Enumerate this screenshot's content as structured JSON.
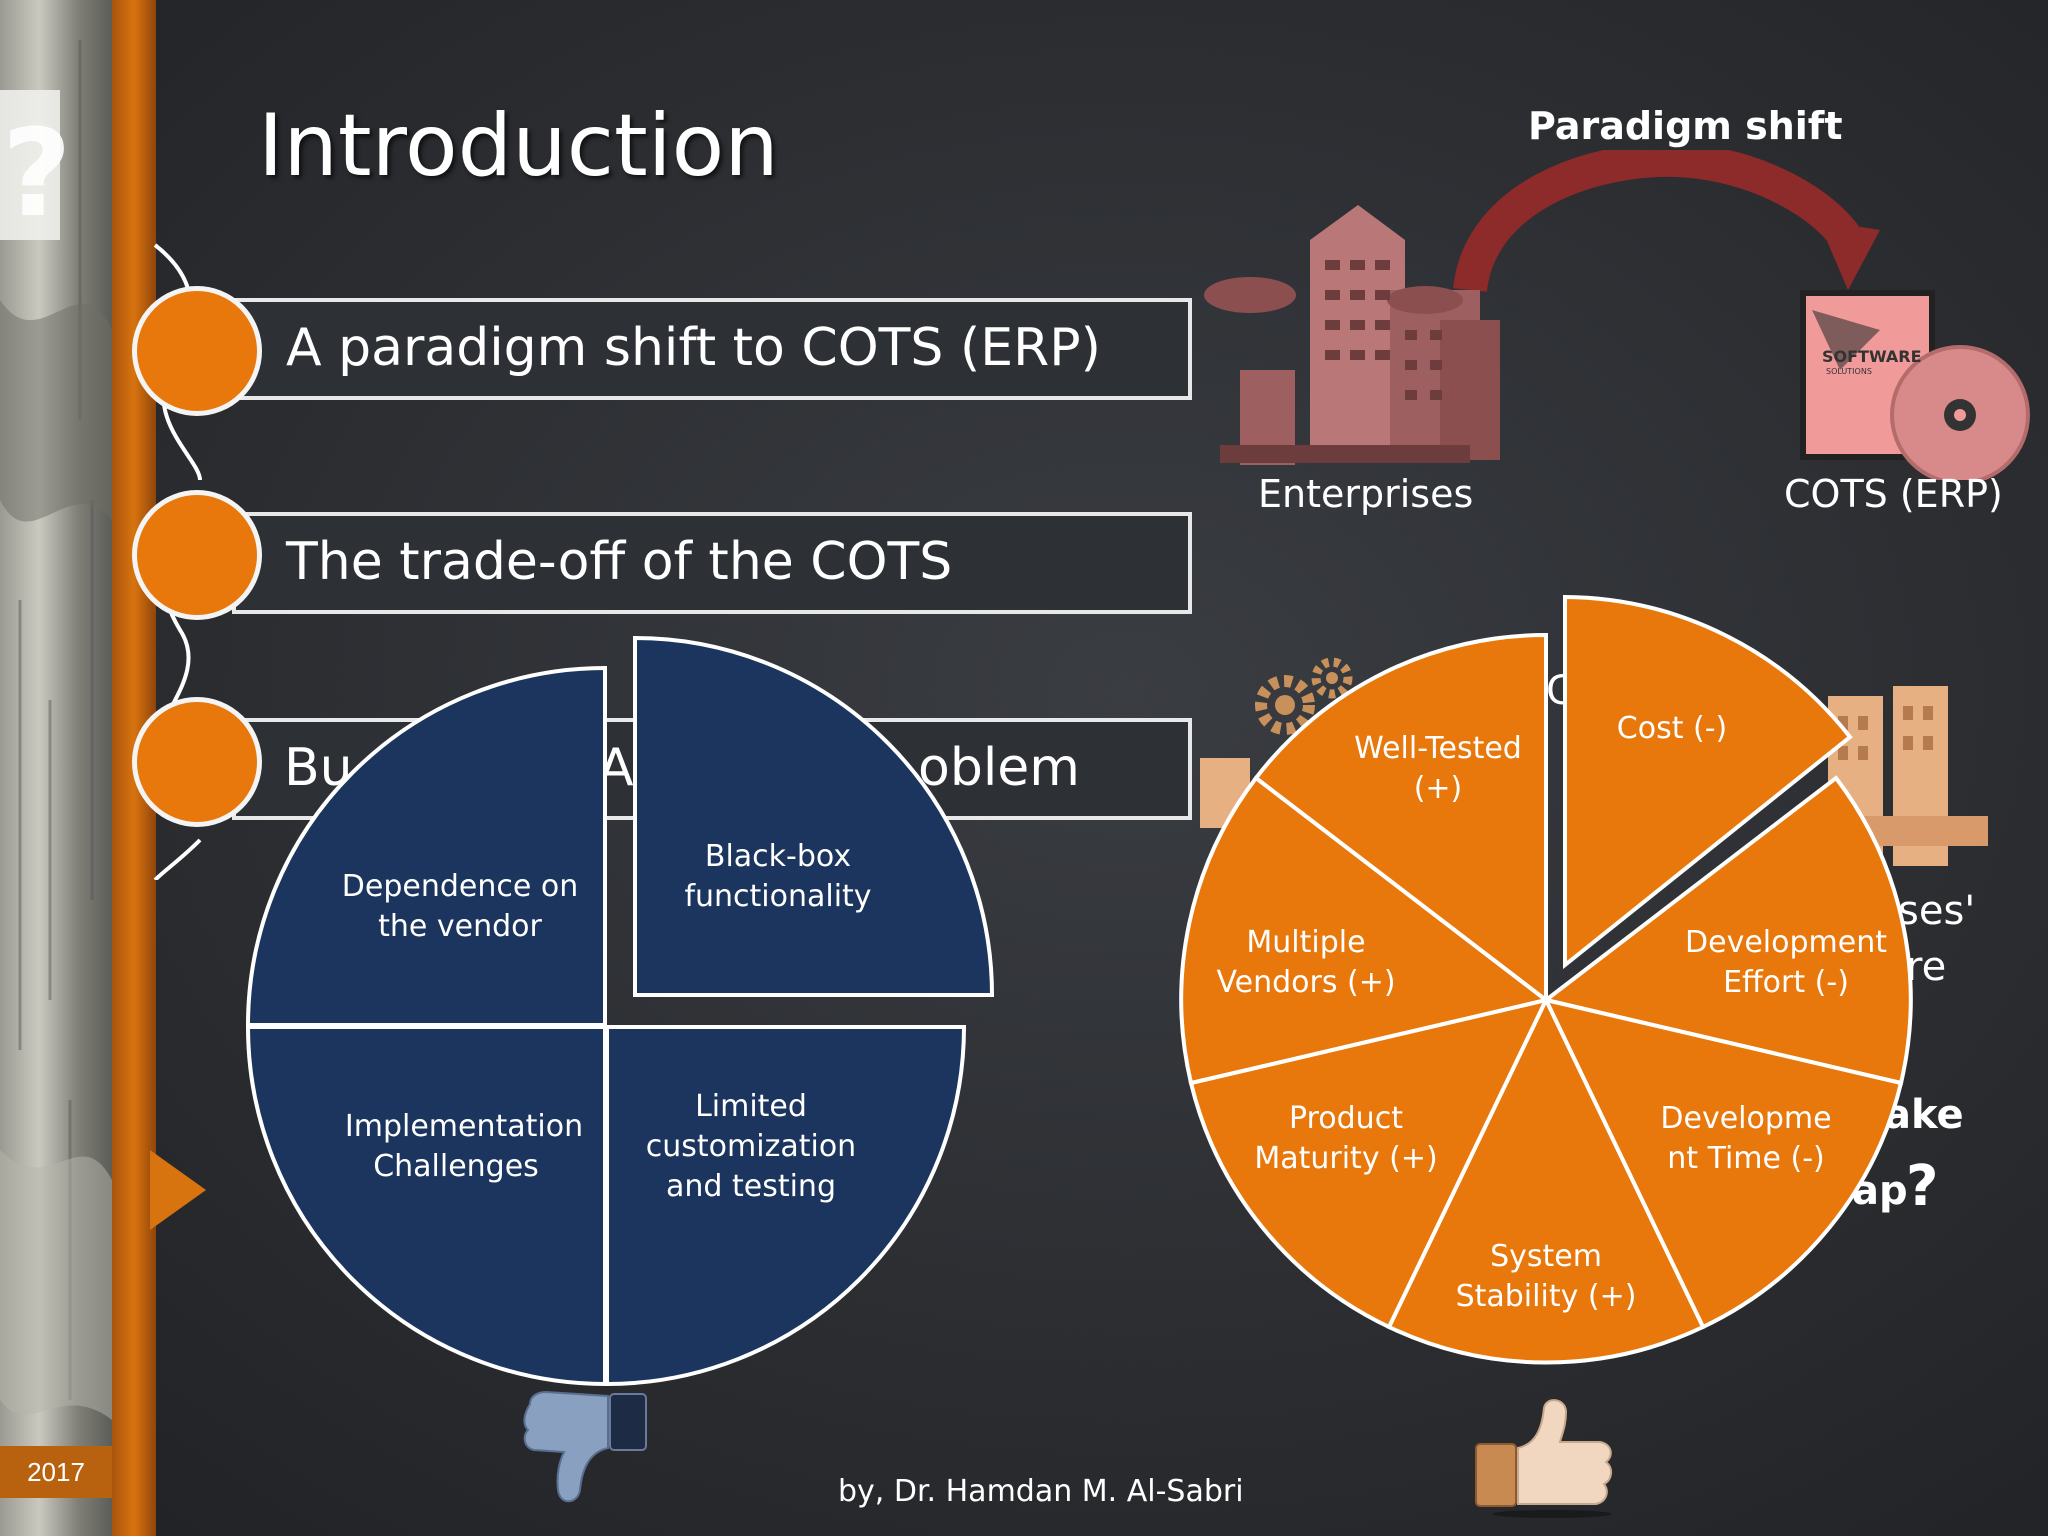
{
  "slide": {
    "title": "Introduction",
    "year": "2017",
    "footer": "by, Dr. Hamdan M. Al-Sabri"
  },
  "items": [
    {
      "text": "A paradigm shift to COTS (ERP)"
    },
    {
      "text": "The trade-off of the COTS"
    },
    {
      "text": "Bu",
      "text_tail": "oblem",
      "text_mid": "Al"
    }
  ],
  "diagram": {
    "arrow_label": "Paradigm shift",
    "enterprises_label": "Enterprises",
    "cots_label": "COTS (ERP)",
    "box_brand": "SOFTWARE",
    "box_brand_sub": "SOLUTIONS"
  },
  "disadvantages": [
    {
      "label_lines": [
        "Dependence on",
        "the vendor"
      ]
    },
    {
      "label_lines": [
        "Black-box",
        "functionality"
      ]
    },
    {
      "label_lines": [
        "Implementation",
        "Challenges"
      ]
    },
    {
      "label_lines": [
        "Limited",
        "customization",
        "and testing"
      ]
    }
  ],
  "advantages": [
    {
      "label_lines": [
        "Cost (-)"
      ]
    },
    {
      "label_lines": [
        "Development",
        "Effort (-)"
      ]
    },
    {
      "label_lines": [
        "Developme",
        "nt Time (-)"
      ]
    },
    {
      "label_lines": [
        "System",
        "Stability (+)"
      ]
    },
    {
      "label_lines": [
        "Product",
        "Maturity (+)"
      ]
    },
    {
      "label_lines": [
        "Multiple",
        "Vendors (+)"
      ]
    },
    {
      "label_lines": [
        "Well-Tested",
        "(+)"
      ]
    }
  ],
  "background_partial_text": {
    "ses": "ses'",
    "re": "re",
    "ake": "ake",
    "ap": "ap",
    "question": "?",
    "g": "G"
  },
  "colors": {
    "accent_orange": "#e8780c",
    "navy": "#1b355e",
    "slide_background": "#2d3035"
  },
  "icons": [
    "thumbs-down-icon",
    "thumbs-up-icon",
    "gears-icon",
    "buildings-icon",
    "software-box-icon"
  ]
}
